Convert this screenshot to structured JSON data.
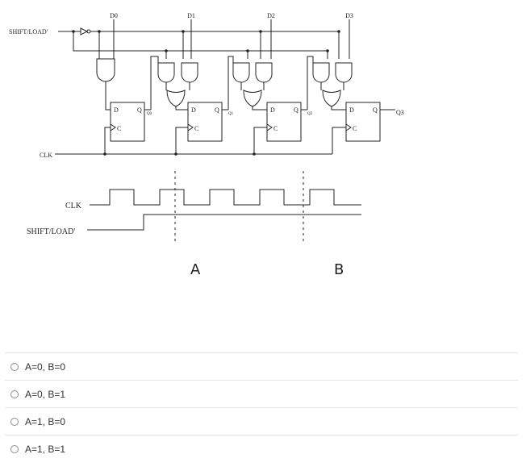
{
  "circuit": {
    "data_inputs": [
      "D0",
      "D1",
      "D2",
      "D3"
    ],
    "control_label": "SHIFT/LOAD'",
    "clock_label": "CLK",
    "flipflop_d": "D",
    "flipflop_q": "Q",
    "flipflop_c": "C",
    "outputs": [
      "Q0",
      "Q1",
      "Q2",
      "Q3"
    ]
  },
  "timing": {
    "clk_label": "CLK",
    "shift_load_label": "SHIFT/LOAD'",
    "marker_a": "A",
    "marker_b": "B"
  },
  "options": [
    {
      "label": "A=0, B=0"
    },
    {
      "label": "A=0, B=1"
    },
    {
      "label": "A=1, B=0"
    },
    {
      "label": "A=1, B=1"
    }
  ]
}
